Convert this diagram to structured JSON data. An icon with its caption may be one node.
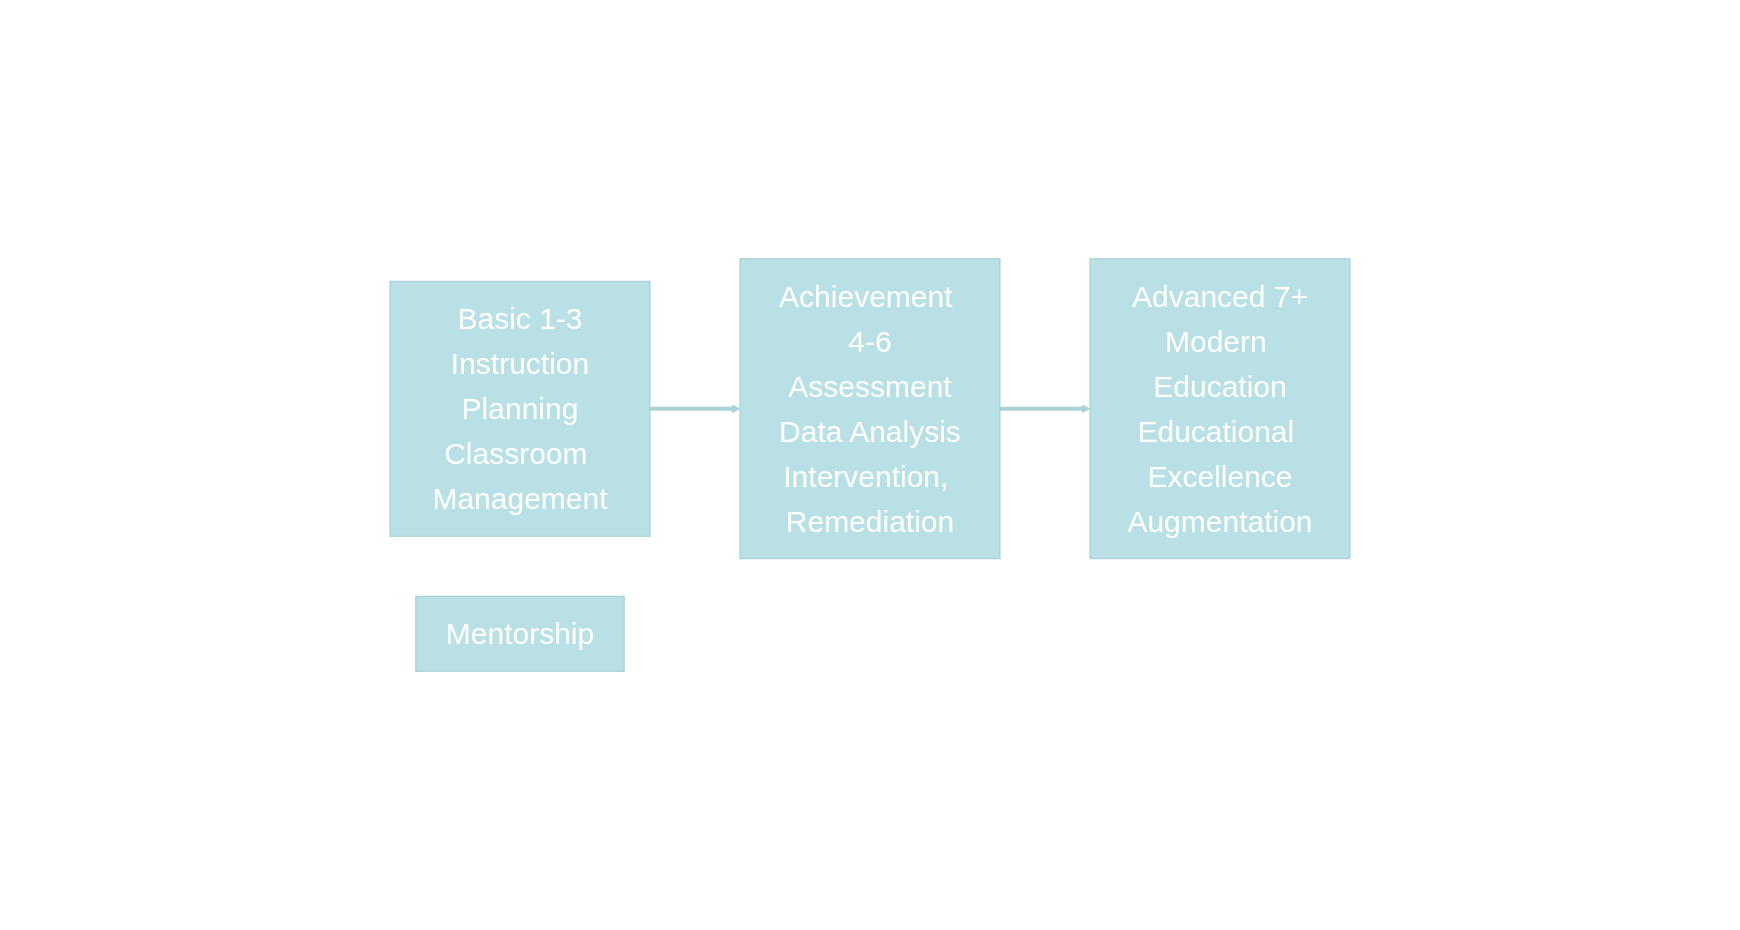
{
  "diagram": {
    "nodes": [
      {
        "text": [
          "Basic 1-3",
          "Instruction",
          "Planning",
          "Classroom Management"
        ]
      },
      {
        "text": [
          "Achievement 4-6",
          "Assessment",
          "Data Analysis",
          "Intervention, Remediation"
        ]
      },
      {
        "text": [
          "Advanced 7+",
          "Modern Education",
          "Educational Excellence",
          "Augmentation"
        ]
      },
      {
        "text": [
          "Mentorship"
        ]
      }
    ],
    "edges": [
      {
        "from": 0,
        "to": 1,
        "arrow": "to"
      },
      {
        "from": 1,
        "to": 2,
        "arrow": "to"
      }
    ]
  }
}
